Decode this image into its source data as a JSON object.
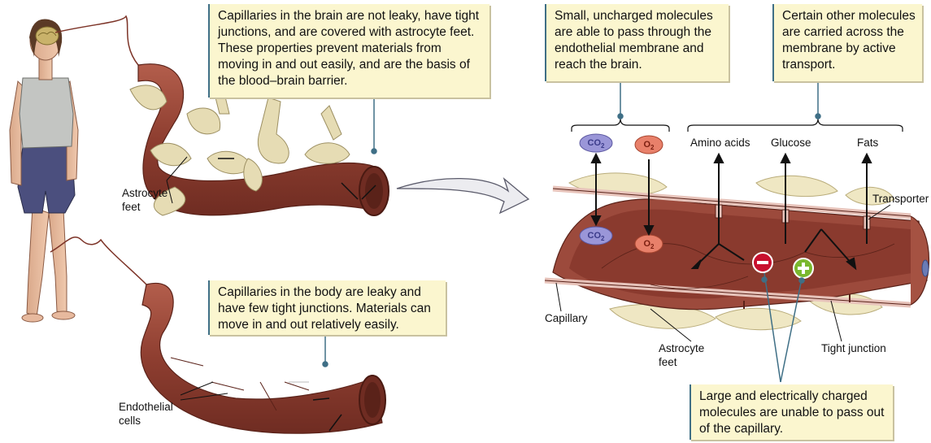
{
  "callouts": {
    "brain_capillaries": "Capillaries in the brain are not leaky, have tight junctions, and are covered with astrocyte feet. These properties prevent materials from moving in and out easily, and are the basis of the blood–brain barrier.",
    "body_capillaries": "Capillaries in the body are leaky and have few tight junctions. Materials can move in and out relatively easily.",
    "small_molecules": "Small, uncharged molecules are able to pass through the endothelial membrane and reach the brain.",
    "active_transport": "Certain other molecules are carried across the membrane by active transport.",
    "large_molecules": "Large and electrically charged molecules are unable to pass out of the capillary."
  },
  "labels": {
    "astrocyte_feet_left": "Astrocyte\nfeet",
    "endothelial_cells": "Endothelial\ncells",
    "amino_acids": "Amino acids",
    "glucose": "Glucose",
    "fats": "Fats",
    "transporter": "Transporter",
    "capillary": "Capillary",
    "astrocyte_feet_right": "Astrocyte\nfeet",
    "tight_junction": "Tight junction"
  },
  "molecules": {
    "co2_base": "CO",
    "co2_sub": "2",
    "o2_base": "O",
    "o2_sub": "2"
  },
  "colors": {
    "callout_bg": "#fbf6cf",
    "vessel": "#9c4a3c",
    "vessel_inner": "#7d3428",
    "astrocyte": "#e6dcb4",
    "co2": "#9a96d8",
    "o2": "#e8806a",
    "negative_ion": "#c8102e",
    "positive_ion": "#7ab82e",
    "pointer": "#3f6f86"
  }
}
